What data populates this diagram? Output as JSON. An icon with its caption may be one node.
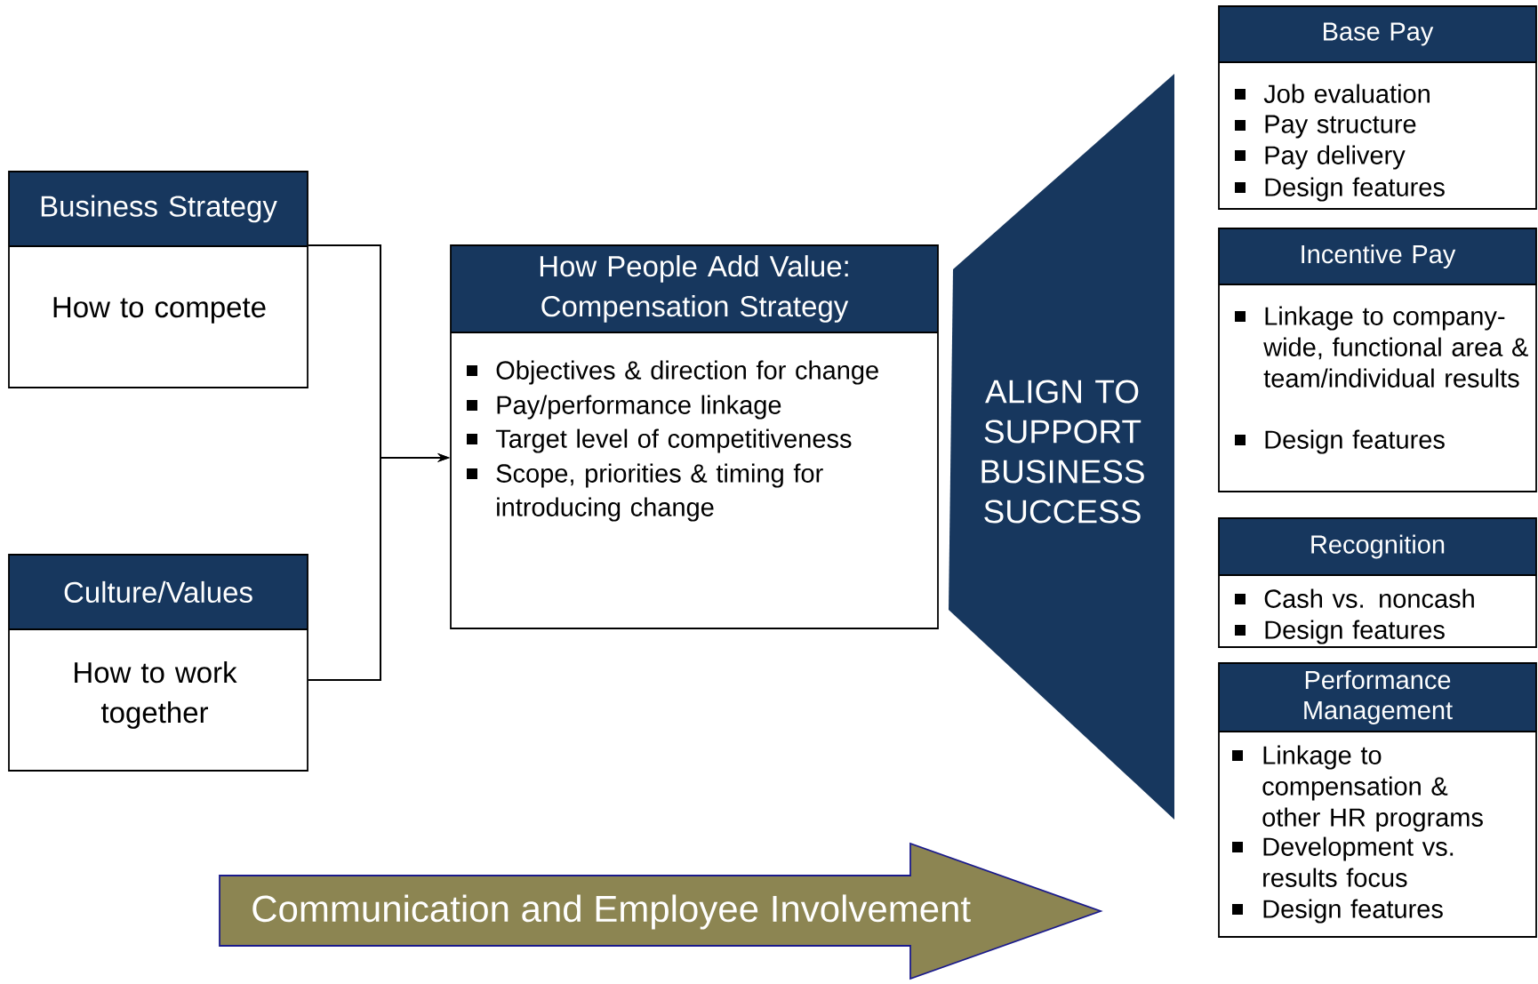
{
  "diagram": {
    "nodes": [
      {
        "text": [
          "Business Strategy",
          "How to compete"
        ]
      },
      {
        "text": [
          "Culture/Values",
          "How to work together"
        ]
      },
      {
        "text": [
          "How People Add Value: Compensation Strategy",
          "Objectives & direction for change",
          "Pay/performance linkage",
          "Target level of competitiveness",
          "Scope, priorities & timing for introducing change"
        ]
      },
      {
        "text": [
          "ALIGN TO SUPPORT BUSINESS SUCCESS"
        ]
      },
      {
        "text": [
          "Base Pay",
          "Job evaluation",
          "Pay structure",
          "Pay delivery",
          "Design features"
        ]
      },
      {
        "text": [
          "Incentive Pay",
          "Linkage to company-wide, functional area & team/individual results",
          "Design features"
        ]
      },
      {
        "text": [
          "Recognition",
          "Cash vs. noncash",
          "Design features"
        ]
      },
      {
        "text": [
          "Performance Management",
          "Linkage to compensation & other HR programs",
          "Development vs. results focus",
          "Design features"
        ]
      },
      {
        "text": [
          "Communication and Employee Involvement"
        ]
      }
    ],
    "edges": [
      {
        "from": 0,
        "to": 2,
        "arrow": "to"
      },
      {
        "from": 1,
        "to": 2,
        "arrow": "to"
      }
    ]
  }
}
